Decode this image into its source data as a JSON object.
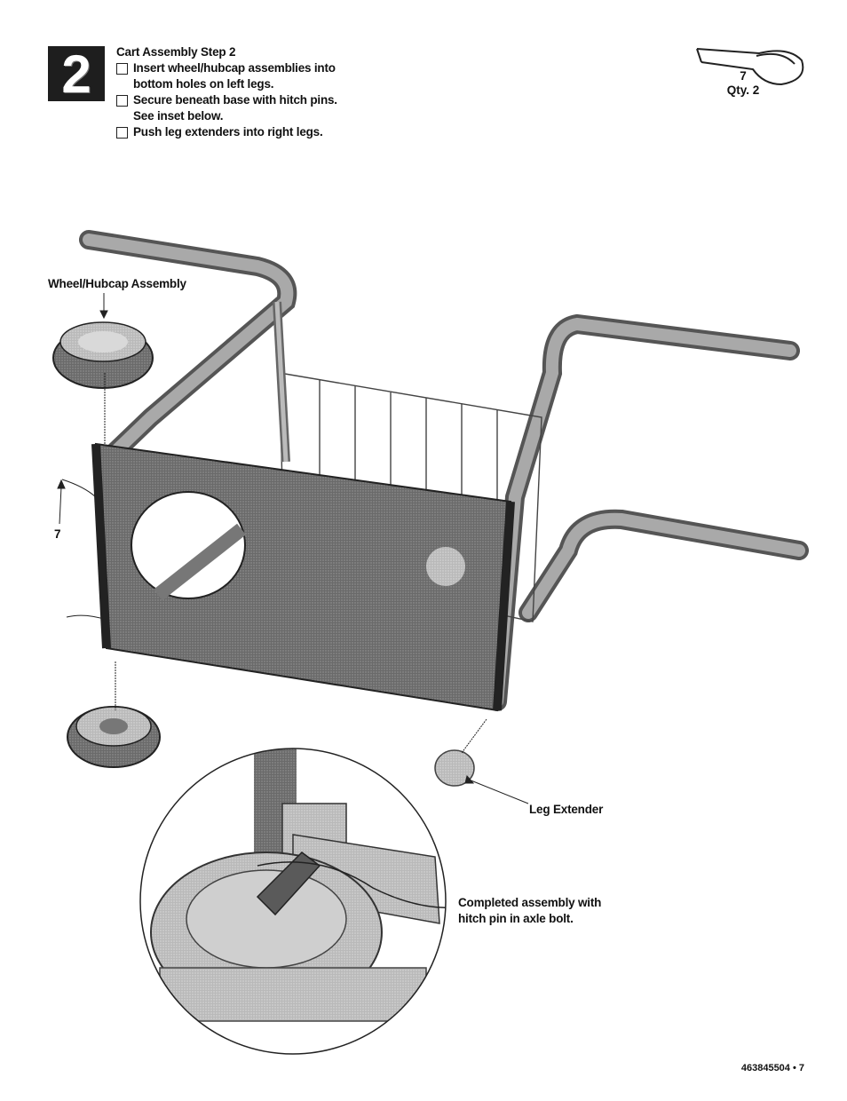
{
  "step": {
    "number": "2",
    "title": "Cart Assembly Step 2",
    "items": [
      {
        "lines": [
          "Insert wheel/hubcap assemblies into",
          "bottom holes on left legs."
        ]
      },
      {
        "lines": [
          "Secure beneath base with hitch pins.",
          "See inset below."
        ]
      },
      {
        "lines": [
          "Push leg extenders into right legs."
        ]
      }
    ]
  },
  "part": {
    "number": "7",
    "quantity": "Qty. 2"
  },
  "labels": {
    "wheel_hubcap": "Wheel/Hubcap Assembly",
    "part_ref": "7",
    "leg_extender": "Leg Extender",
    "completed_line1": "Completed assembly with",
    "completed_line2": "hitch pin in axle bolt."
  },
  "footer": {
    "page": "463845504 • 7"
  }
}
